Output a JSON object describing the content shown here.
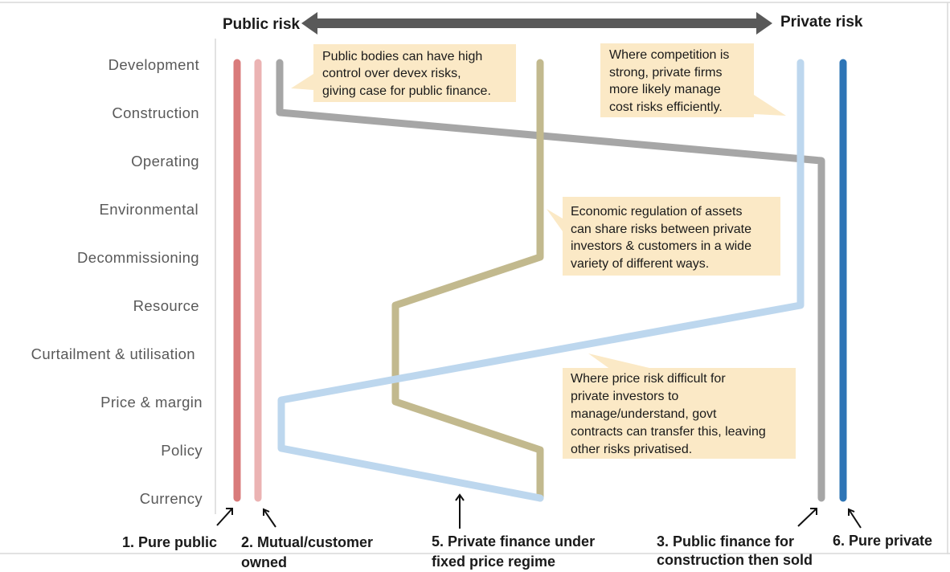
{
  "header": {
    "left_label": "Public risk",
    "right_label": "Private risk"
  },
  "risk_categories": [
    "Development",
    "Construction",
    "Operating",
    "Environmental",
    "Decommissioning",
    "Resource",
    "Curtailment & utilisation",
    "Price & margin",
    "Policy",
    "Currency"
  ],
  "notes": [
    [
      "Public bodies can have high",
      "control over devex risks,",
      "giving case for public finance."
    ],
    [
      "Where competition is",
      "strong, private firms",
      "more likely manage",
      "cost risks efficiently."
    ],
    [
      "Economic regulation of assets",
      "can share risks between private",
      "investors & customers in a wide",
      "variety of different ways."
    ],
    [
      "Where price risk difficult for",
      "private investors to",
      "manage/understand, govt",
      "contracts can transfer this, leaving",
      "other risks privatised."
    ]
  ],
  "schemes": [
    {
      "lines": [
        "1. Pure public"
      ],
      "color": "#d97b7b"
    },
    {
      "lines": [
        "2. Mutual/customer",
        "owned"
      ],
      "color": "#ebb3b3"
    },
    {
      "lines": [
        "5. Private finance under",
        "fixed price regime"
      ],
      "color": "#c2b98e"
    },
    {
      "lines": [
        "3. Public finance for",
        "construction then sold"
      ],
      "color": "#a6a6a6"
    },
    {
      "lines": [
        "6. Pure private"
      ],
      "color": "#2e75b6"
    }
  ],
  "path_colors": {
    "light_blue": "#bdd7ee",
    "grey": "#a6a6a6",
    "khaki": "#c2b98e"
  }
}
